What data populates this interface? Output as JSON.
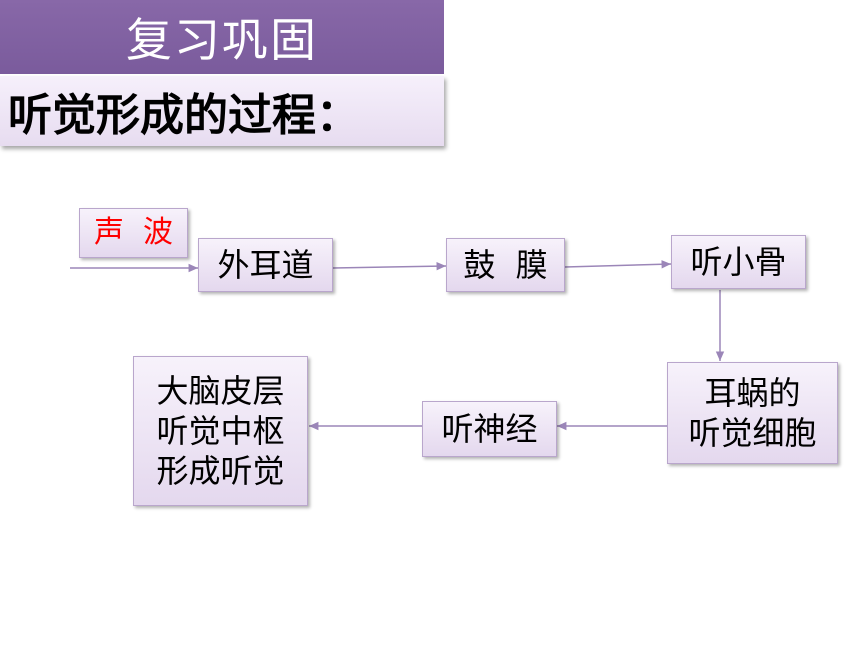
{
  "header": {
    "title": "复习巩固",
    "subtitle": "听觉形成的过程："
  },
  "diagram": {
    "nodes": {
      "sound_wave": "声  波",
      "ear_canal": "外耳道",
      "eardrum": "鼓  膜",
      "ossicles": "听小骨",
      "cochlea": "耳蜗的\n听觉细胞",
      "auditory_nerve": "听神经",
      "cortex": "大脑皮层\n听觉中枢\n形成听觉"
    },
    "colors": {
      "banner": "#7a5b9c",
      "node_fill": "#ece3f4",
      "arrow": "#9b86b8",
      "sound_wave_text": "#ff0000"
    }
  }
}
